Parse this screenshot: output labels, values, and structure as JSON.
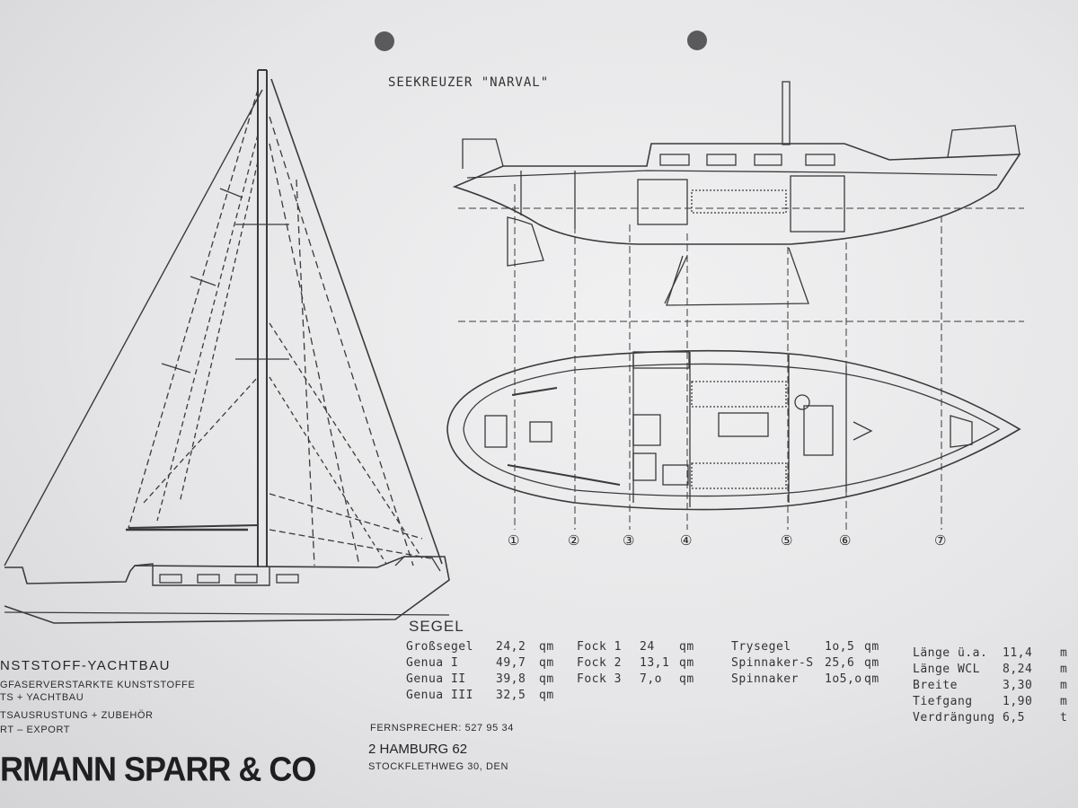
{
  "drawing": {
    "title": "SEEKREUZER \"NARVAL\"",
    "stations": [
      "①",
      "②",
      "③",
      "④",
      "⑤",
      "⑥",
      "⑦"
    ]
  },
  "sails": {
    "heading": "SEGEL",
    "col1": [
      {
        "name": "Großsegel",
        "value": "24,2",
        "unit": "qm"
      },
      {
        "name": "Genua I",
        "value": "49,7",
        "unit": "qm"
      },
      {
        "name": "Genua II",
        "value": "39,8",
        "unit": "qm"
      },
      {
        "name": "Genua III",
        "value": "32,5",
        "unit": "qm"
      }
    ],
    "col2": [
      {
        "name": "Fock 1",
        "value": "24",
        "unit": "qm"
      },
      {
        "name": "Fock 2",
        "value": "13,1",
        "unit": "qm"
      },
      {
        "name": "Fock 3",
        "value": "7,o",
        "unit": "qm"
      }
    ],
    "col3": [
      {
        "name": "Trysegel",
        "value": "1o,5",
        "unit": "qm"
      },
      {
        "name": "Spinnaker-S",
        "value": "25,6",
        "unit": "qm"
      },
      {
        "name": "Spinnaker",
        "value": "1o5,o",
        "unit": "qm"
      }
    ]
  },
  "dimensions": [
    {
      "name": "Länge ü.a.",
      "value": "11,4",
      "unit": "m"
    },
    {
      "name": "Länge WCL",
      "value": "8,24",
      "unit": "m"
    },
    {
      "name": "Breite",
      "value": "3,30",
      "unit": "m"
    },
    {
      "name": "Tiefgang",
      "value": "1,90",
      "unit": "m"
    },
    {
      "name": "Verdrängung",
      "value": "6,5",
      "unit": "t"
    }
  ],
  "company": {
    "line1": "NSTSTOFF-YACHTBAU",
    "line2": "GFASERVERSTARKTE KUNSTSTOFFE",
    "line3": "TS + YACHTBAU",
    "line4": "TSAUSRUSTUNG + ZUBEHÖR",
    "line5": "RT – EXPORT",
    "name": "RMANN SPARR & CO"
  },
  "contact": {
    "phone": "FERNSPRECHER: 527 95 34",
    "city": "2 HAMBURG 62",
    "street": "STOCKFLETHWEG 30, DEN"
  }
}
